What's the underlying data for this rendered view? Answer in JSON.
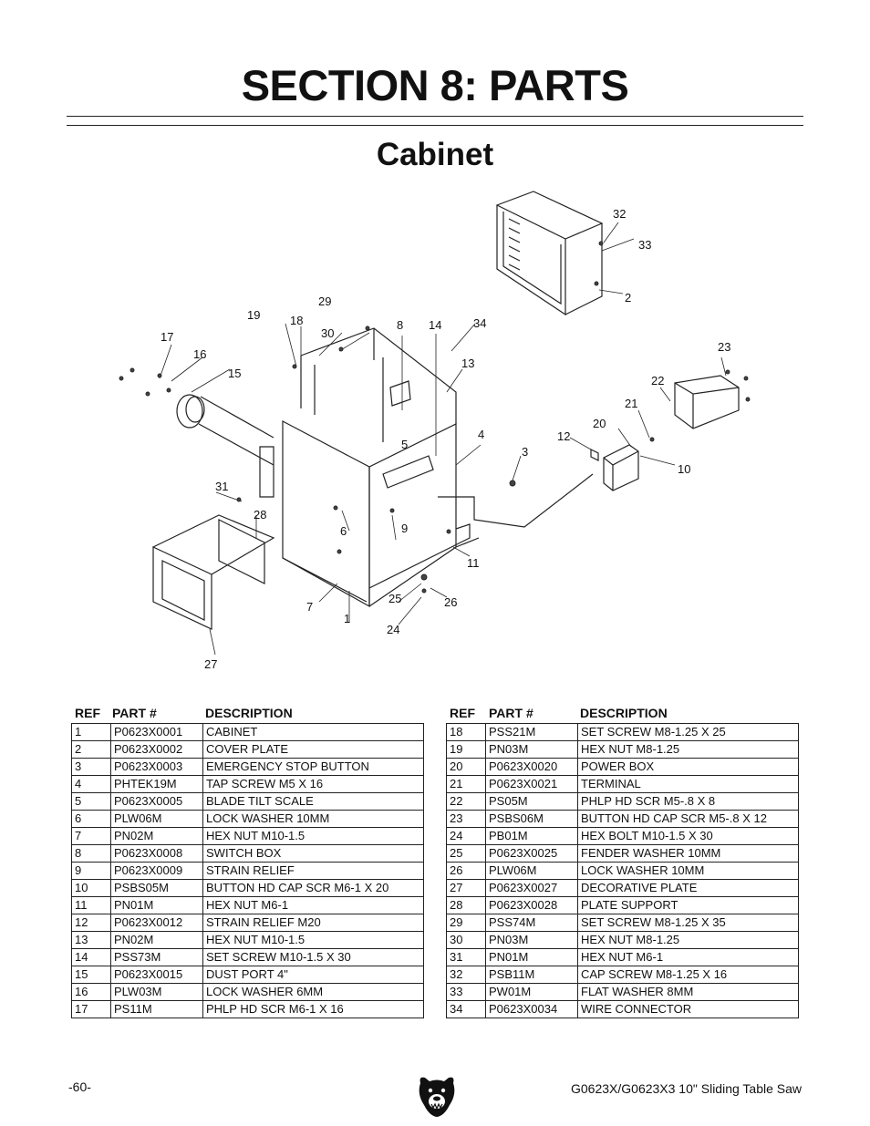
{
  "section_title": "SECTION 8: PARTS",
  "subtitle": "Cabinet",
  "callouts": [
    "1",
    "2",
    "3",
    "4",
    "5",
    "6",
    "7",
    "8",
    "9",
    "10",
    "11",
    "12",
    "13",
    "14",
    "15",
    "16",
    "17",
    "18",
    "19",
    "20",
    "21",
    "22",
    "23",
    "24",
    "25",
    "26",
    "27",
    "28",
    "29",
    "30",
    "31",
    "32",
    "33",
    "34"
  ],
  "tables": {
    "headers": {
      "ref": "REF",
      "part": "PART #",
      "desc": "DESCRIPTION"
    },
    "left": [
      [
        "1",
        "P0623X0001",
        "CABINET"
      ],
      [
        "2",
        "P0623X0002",
        "COVER PLATE"
      ],
      [
        "3",
        "P0623X0003",
        "EMERGENCY STOP BUTTON"
      ],
      [
        "4",
        "PHTEK19M",
        "TAP SCREW M5 X 16"
      ],
      [
        "5",
        "P0623X0005",
        "BLADE TILT SCALE"
      ],
      [
        "6",
        "PLW06M",
        "LOCK WASHER 10MM"
      ],
      [
        "7",
        "PN02M",
        "HEX NUT M10-1.5"
      ],
      [
        "8",
        "P0623X0008",
        "SWITCH BOX"
      ],
      [
        "9",
        "P0623X0009",
        "STRAIN RELIEF"
      ],
      [
        "10",
        "PSBS05M",
        "BUTTON HD CAP SCR M6-1 X 20"
      ],
      [
        "11",
        "PN01M",
        "HEX NUT M6-1"
      ],
      [
        "12",
        "P0623X0012",
        "STRAIN RELIEF M20"
      ],
      [
        "13",
        "PN02M",
        "HEX NUT M10-1.5"
      ],
      [
        "14",
        "PSS73M",
        "SET SCREW M10-1.5 X 30"
      ],
      [
        "15",
        "P0623X0015",
        "DUST PORT 4\""
      ],
      [
        "16",
        "PLW03M",
        "LOCK WASHER 6MM"
      ],
      [
        "17",
        "PS11M",
        "PHLP HD SCR M6-1 X 16"
      ]
    ],
    "right": [
      [
        "18",
        "PSS21M",
        "SET SCREW M8-1.25 X 25"
      ],
      [
        "19",
        "PN03M",
        "HEX NUT M8-1.25"
      ],
      [
        "20",
        "P0623X0020",
        "POWER BOX"
      ],
      [
        "21",
        "P0623X0021",
        "TERMINAL"
      ],
      [
        "22",
        "PS05M",
        "PHLP HD SCR M5-.8 X 8"
      ],
      [
        "23",
        "PSBS06M",
        "BUTTON HD CAP SCR M5-.8 X 12"
      ],
      [
        "24",
        "PB01M",
        "HEX BOLT M10-1.5 X 30"
      ],
      [
        "25",
        "P0623X0025",
        "FENDER WASHER 10MM"
      ],
      [
        "26",
        "PLW06M",
        "LOCK WASHER 10MM"
      ],
      [
        "27",
        "P0623X0027",
        "DECORATIVE PLATE"
      ],
      [
        "28",
        "P0623X0028",
        "PLATE SUPPORT"
      ],
      [
        "29",
        "PSS74M",
        "SET SCREW M8-1.25 X 35"
      ],
      [
        "30",
        "PN03M",
        "HEX NUT M8-1.25"
      ],
      [
        "31",
        "PN01M",
        "HEX NUT M6-1"
      ],
      [
        "32",
        "PSB11M",
        "CAP SCREW M8-1.25 X 16"
      ],
      [
        "33",
        "PW01M",
        "FLAT WASHER 8MM"
      ],
      [
        "34",
        "P0623X0034",
        "WIRE CONNECTOR"
      ]
    ]
  },
  "footer": {
    "page": "-60-",
    "model": "G0623X/G0623X3 10\" Sliding Table Saw"
  }
}
